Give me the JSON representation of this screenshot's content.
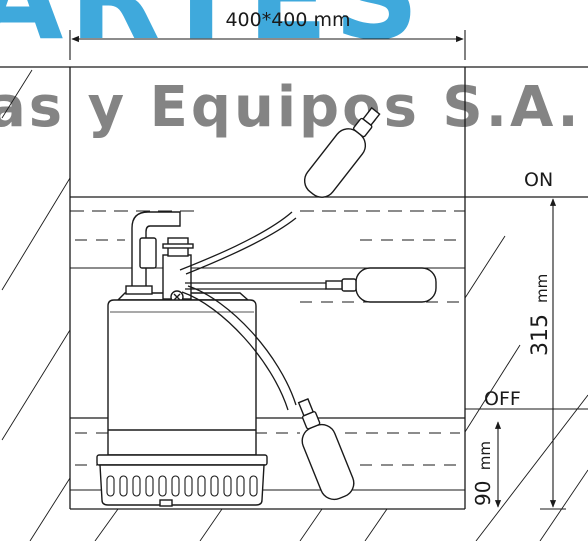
{
  "watermark": {
    "letters": "ARTES",
    "tagline": "as y Equipos S.A. de C",
    "color": "#2aa0d8",
    "tagline_color": "#6e6e6e"
  },
  "dimensions": {
    "width_label": "400*400 mm",
    "on_label": "ON",
    "off_label": "OFF",
    "on_level_value": "315",
    "off_level_value": "90",
    "unit": "mm"
  },
  "colors": {
    "line": "#1a1a1a"
  }
}
